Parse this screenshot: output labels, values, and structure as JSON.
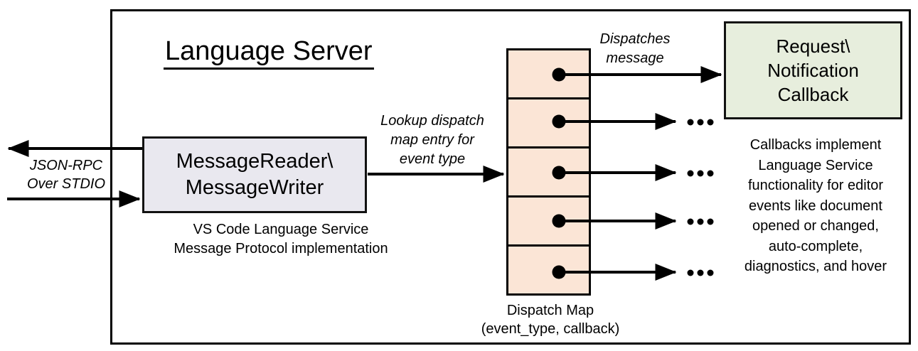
{
  "diagram": {
    "title": "Language Server",
    "io_label": "JSON-RPC\nOver STDIO",
    "reader_box": {
      "label": "MessageReader\\\nMessageWriter",
      "caption": "VS Code Language Service\nMessage Protocol implementation"
    },
    "lookup_label": "Lookup dispatch\nmap entry for\nevent type",
    "dispatch_map": {
      "caption": "Dispatch Map\n(event_type, callback)",
      "cell_count": 5
    },
    "dispatches_label": "Dispatches\nmessage",
    "callback_box": {
      "label": "Request\\\nNotification\nCallback"
    },
    "callbacks_note": "Callbacks implement\nLanguage Service\nfunctionality for editor\nevents like document\nopened or changed,\nauto-complete,\ndiagnostics, and hover",
    "colors": {
      "reader_fill": "#e9e8ef",
      "map_fill": "#fbe5d6",
      "callback_fill": "#e7eedd",
      "stroke": "#000000"
    }
  }
}
